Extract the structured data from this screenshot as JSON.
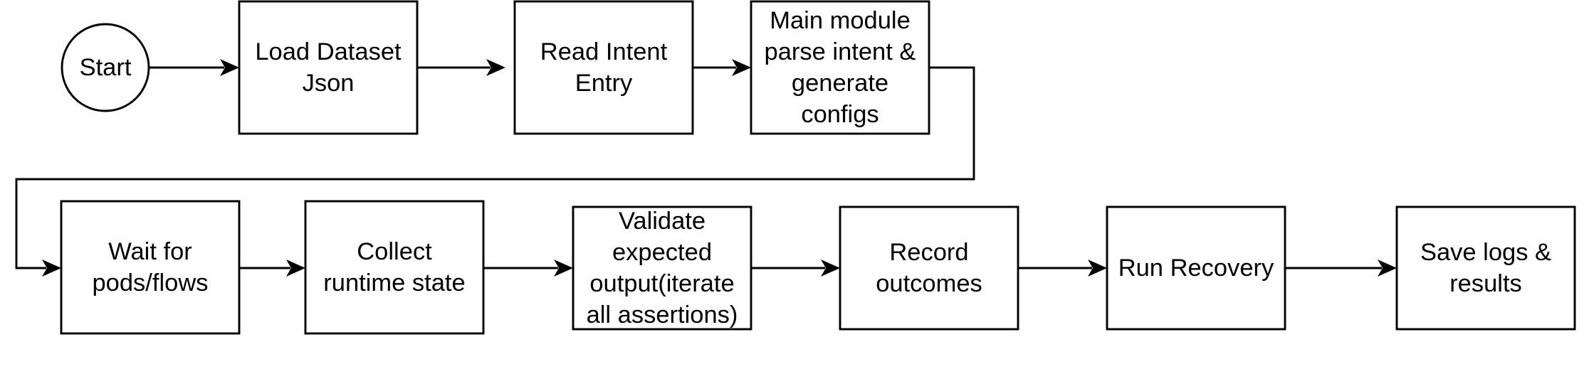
{
  "diagram": {
    "nodes": [
      {
        "id": "start",
        "shape": "circle",
        "lines": [
          "Start"
        ]
      },
      {
        "id": "load",
        "shape": "rect",
        "lines": [
          "Load Dataset",
          "Json"
        ]
      },
      {
        "id": "read",
        "shape": "rect",
        "lines": [
          "Read Intent",
          "Entry"
        ]
      },
      {
        "id": "main",
        "shape": "rect",
        "lines": [
          "Main module",
          "parse intent &",
          "generate",
          "configs"
        ]
      },
      {
        "id": "wait",
        "shape": "rect",
        "lines": [
          "Wait for",
          "pods/flows"
        ]
      },
      {
        "id": "collect",
        "shape": "rect",
        "lines": [
          "Collect",
          "runtime state"
        ]
      },
      {
        "id": "validate",
        "shape": "rect",
        "lines": [
          "Validate",
          "expected",
          "output(iterate",
          "all assertions)"
        ]
      },
      {
        "id": "record",
        "shape": "rect",
        "lines": [
          "Record",
          "outcomes"
        ]
      },
      {
        "id": "recovery",
        "shape": "rect",
        "lines": [
          "Run Recovery"
        ]
      },
      {
        "id": "save",
        "shape": "rect",
        "lines": [
          "Save logs &",
          "results"
        ]
      }
    ],
    "edges": [
      {
        "from": "start",
        "to": "load"
      },
      {
        "from": "load",
        "to": "read"
      },
      {
        "from": "read",
        "to": "main"
      },
      {
        "from": "main",
        "to": "wait"
      },
      {
        "from": "wait",
        "to": "collect"
      },
      {
        "from": "collect",
        "to": "validate"
      },
      {
        "from": "validate",
        "to": "record"
      },
      {
        "from": "record",
        "to": "recovery"
      },
      {
        "from": "recovery",
        "to": "save"
      }
    ]
  }
}
